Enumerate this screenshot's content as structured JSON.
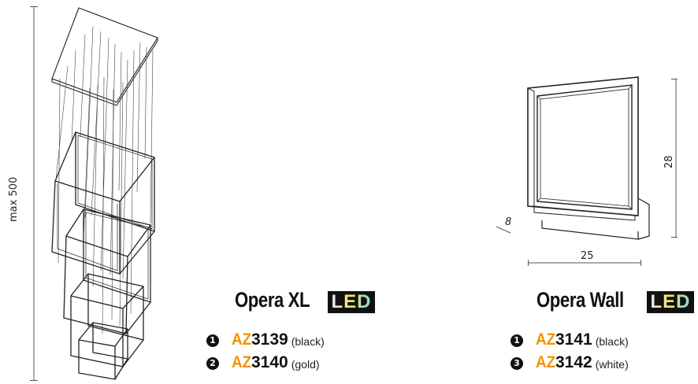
{
  "xl": {
    "height_label": "max 500",
    "title": "Opera XL",
    "led_badge": "LED",
    "codes": [
      {
        "bullet": "1",
        "prefix": "AZ",
        "number": "3139",
        "variant": "(black)"
      },
      {
        "bullet": "2",
        "prefix": "AZ",
        "number": "3140",
        "variant": "(gold)"
      }
    ]
  },
  "wall": {
    "height_label": "28",
    "width_label": "25",
    "depth_label": "8",
    "title": "Opera Wall",
    "led_badge": "LED",
    "codes": [
      {
        "bullet": "1",
        "prefix": "AZ",
        "number": "3141",
        "variant": "(black)"
      },
      {
        "bullet": "3",
        "prefix": "AZ",
        "number": "3142",
        "variant": "(white)"
      }
    ]
  },
  "colors": {
    "accent_orange": "#f29400",
    "badge_black": "#111111",
    "led_letters": [
      "#e8e8e8",
      "#f5e663",
      "#7fd6f2"
    ]
  }
}
